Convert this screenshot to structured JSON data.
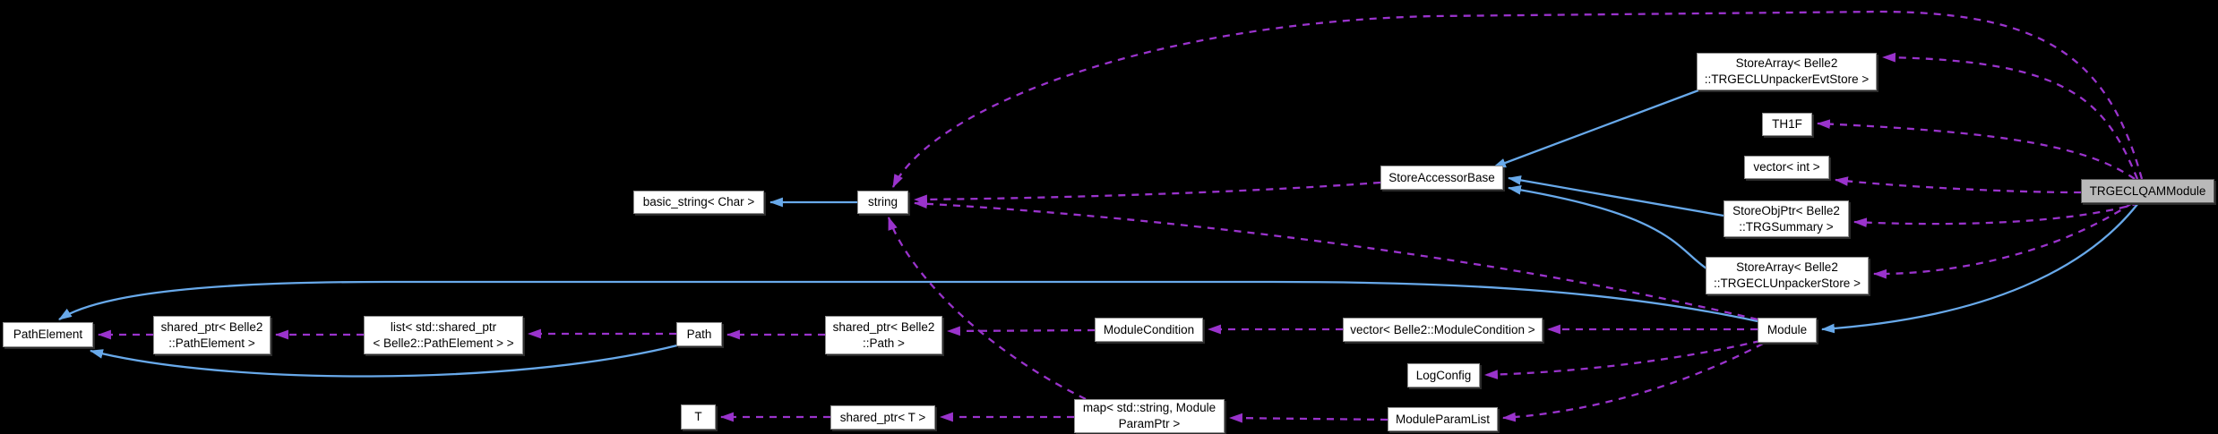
{
  "diagram": {
    "kind": "collaboration-graph",
    "highlighted_node": "TRGECLQAMModule",
    "colors": {
      "background": "#000000",
      "node_fill": "#ffffff",
      "node_border": "#8f8f8f",
      "highlight_fill": "#b9b9b9",
      "text": "#000000",
      "inheritance_edge": "#68a9ea",
      "usage_edge": "#9a33cc"
    },
    "nodes": {
      "basic_string": {
        "label": "basic_string< Char >"
      },
      "string": {
        "label": "string"
      },
      "store_accessor_base": {
        "label": "StoreAccessorBase"
      },
      "store_array_evt": {
        "label": "StoreArray< Belle2\n::TRGECLUnpackerEvtStore >"
      },
      "th1f": {
        "label": "TH1F"
      },
      "vector_int": {
        "label": "vector< int >"
      },
      "store_obj_ptr": {
        "label": "StoreObjPtr< Belle2\n::TRGSummary >"
      },
      "store_array_unp": {
        "label": "StoreArray< Belle2\n::TRGECLUnpackerStore >"
      },
      "trgeclqam": {
        "label": "TRGECLQAMModule"
      },
      "module": {
        "label": "Module"
      },
      "path_element": {
        "label": "PathElement"
      },
      "sp_path_element": {
        "label": "shared_ptr< Belle2\n::PathElement >"
      },
      "list_sp": {
        "label": "list< std::shared_ptr\n< Belle2::PathElement > >"
      },
      "path": {
        "label": "Path"
      },
      "sp_path": {
        "label": "shared_ptr< Belle2\n::Path >"
      },
      "module_condition": {
        "label": "ModuleCondition"
      },
      "vector_mc": {
        "label": "vector< Belle2::ModuleCondition >"
      },
      "log_config": {
        "label": "LogConfig"
      },
      "map_param": {
        "label": "map< std::string, Module\nParamPtr >"
      },
      "module_param_list": {
        "label": "ModuleParamList"
      },
      "t": {
        "label": "T"
      },
      "sp_t": {
        "label": "shared_ptr< T >"
      }
    },
    "edges": [
      {
        "from": "string",
        "to": "basic_string",
        "type": "inheritance"
      },
      {
        "from": "store_array_evt",
        "to": "store_accessor_base",
        "type": "inheritance"
      },
      {
        "from": "store_obj_ptr",
        "to": "store_accessor_base",
        "type": "inheritance"
      },
      {
        "from": "store_array_unp",
        "to": "store_accessor_base",
        "type": "inheritance"
      },
      {
        "from": "trgeclqam",
        "to": "module",
        "type": "inheritance"
      },
      {
        "from": "module",
        "to": "path_element",
        "type": "inheritance"
      },
      {
        "from": "path",
        "to": "path_element",
        "type": "inheritance"
      },
      {
        "from": "trgeclqam",
        "to": "store_array_evt",
        "type": "usage"
      },
      {
        "from": "trgeclqam",
        "to": "th1f",
        "type": "usage"
      },
      {
        "from": "trgeclqam",
        "to": "vector_int",
        "type": "usage"
      },
      {
        "from": "trgeclqam",
        "to": "store_obj_ptr",
        "type": "usage"
      },
      {
        "from": "trgeclqam",
        "to": "store_array_unp",
        "type": "usage"
      },
      {
        "from": "trgeclqam",
        "to": "string",
        "type": "usage"
      },
      {
        "from": "store_accessor_base",
        "to": "string",
        "type": "usage"
      },
      {
        "from": "module",
        "to": "string",
        "type": "usage"
      },
      {
        "from": "map_param",
        "to": "string",
        "type": "usage"
      },
      {
        "from": "module",
        "to": "vector_mc",
        "type": "usage"
      },
      {
        "from": "module",
        "to": "log_config",
        "type": "usage"
      },
      {
        "from": "module",
        "to": "module_param_list",
        "type": "usage"
      },
      {
        "from": "vector_mc",
        "to": "module_condition",
        "type": "usage"
      },
      {
        "from": "module_condition",
        "to": "sp_path",
        "type": "usage"
      },
      {
        "from": "sp_path",
        "to": "path",
        "type": "usage"
      },
      {
        "from": "path",
        "to": "list_sp",
        "type": "usage"
      },
      {
        "from": "list_sp",
        "to": "sp_path_element",
        "type": "usage"
      },
      {
        "from": "sp_path_element",
        "to": "path_element",
        "type": "usage"
      },
      {
        "from": "module_param_list",
        "to": "map_param",
        "type": "usage"
      },
      {
        "from": "map_param",
        "to": "sp_t",
        "type": "usage"
      },
      {
        "from": "sp_t",
        "to": "t",
        "type": "usage"
      }
    ]
  }
}
